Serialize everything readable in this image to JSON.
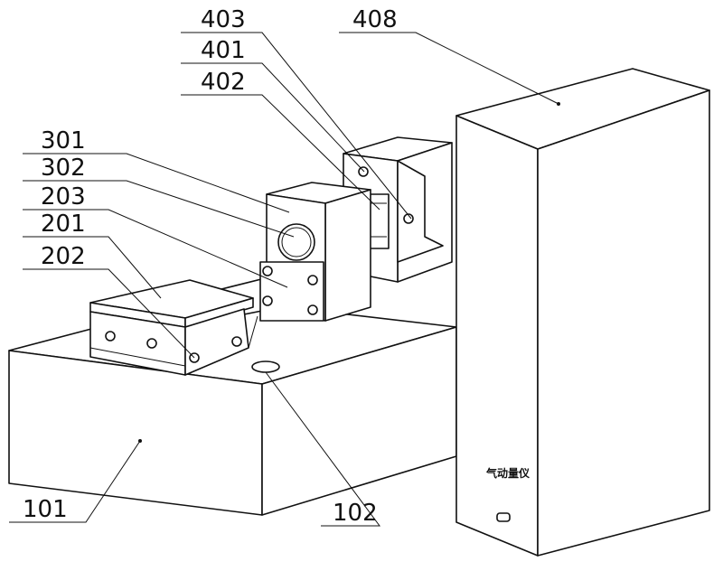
{
  "figure": {
    "labels": {
      "l403": "403",
      "l401": "401",
      "l402": "402",
      "l408": "408",
      "l301": "301",
      "l302": "302",
      "l203": "203",
      "l201": "201",
      "l202": "202",
      "l101": "101",
      "l102": "102"
    },
    "device_text": "气动量仪"
  }
}
